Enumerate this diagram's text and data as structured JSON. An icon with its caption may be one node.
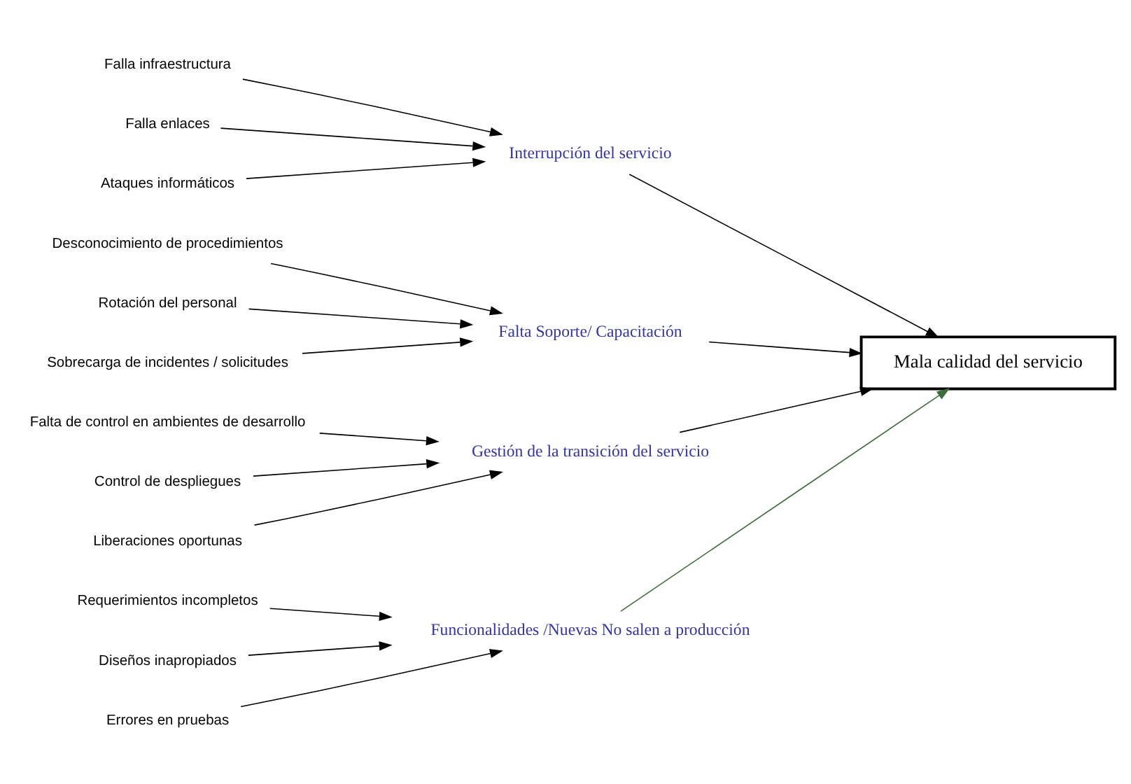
{
  "diagram": {
    "nodes": [
      {
        "text": [
          "Funcionalidades /Nuevas No salen a producción"
        ]
      },
      {
        "text": [
          "Requerimientos incompletos"
        ]
      },
      {
        "text": [
          "Diseños inapropiados"
        ]
      },
      {
        "text": [
          "Errores en pruebas"
        ]
      },
      {
        "text": [
          "Interrupción del servicio"
        ]
      },
      {
        "text": [
          "Falla infraestructura"
        ]
      },
      {
        "text": [
          "Falla enlaces"
        ]
      },
      {
        "text": [
          "Ataques informáticos"
        ]
      },
      {
        "text": [
          "Mala calidad del servicio"
        ]
      },
      {
        "text": [
          "Desconocimiento de procedimientos"
        ]
      },
      {
        "text": [
          "Rotación del personal"
        ]
      },
      {
        "text": [
          "Sobrecarga de incidentes / solicitudes"
        ]
      },
      {
        "text": [
          "Falta Soporte/ Capacitación"
        ]
      },
      {
        "text": [
          "Falta de control en ambientes de desarrollo"
        ]
      },
      {
        "text": [
          "Control de despliegues"
        ]
      },
      {
        "text": [
          "Liberaciones oportunas"
        ]
      },
      {
        "text": [
          "Gestión de la transición del servicio"
        ]
      }
    ],
    "edges": [
      {
        "from": 1,
        "to": 0,
        "arrow": "to"
      },
      {
        "from": 2,
        "to": 0,
        "arrow": "to"
      },
      {
        "from": 3,
        "to": 0,
        "arrow": "to"
      },
      {
        "from": 0,
        "to": 8,
        "arrow": "to",
        "color": "#3b6e3b"
      },
      {
        "from": 5,
        "to": 4,
        "arrow": "to"
      },
      {
        "from": 6,
        "to": 4,
        "arrow": "to"
      },
      {
        "from": 7,
        "to": 4,
        "arrow": "to"
      },
      {
        "from": 4,
        "to": 8,
        "arrow": "to"
      },
      {
        "from": 9,
        "to": 12,
        "arrow": "to"
      },
      {
        "from": 10,
        "to": 12,
        "arrow": "to"
      },
      {
        "from": 11,
        "to": 12,
        "arrow": "to"
      },
      {
        "from": 12,
        "to": 8,
        "arrow": "to"
      },
      {
        "from": 13,
        "to": 16,
        "arrow": "to"
      },
      {
        "from": 14,
        "to": 16,
        "arrow": "to"
      },
      {
        "from": 15,
        "to": 16,
        "arrow": "to"
      },
      {
        "from": 16,
        "to": 8,
        "arrow": "to"
      }
    ]
  }
}
